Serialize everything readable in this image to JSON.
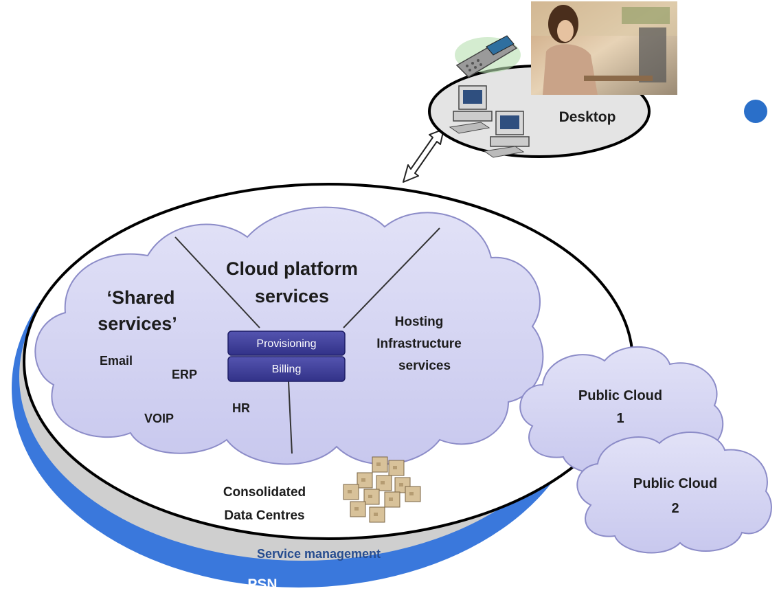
{
  "desktop": {
    "label": "Desktop"
  },
  "cloud_platform": {
    "title_line1": "Cloud platform",
    "title_line2": "services"
  },
  "shared_services": {
    "title_line1": "‘Shared",
    "title_line2": "services’",
    "items": [
      "Email",
      "ERP",
      "VOIP",
      "HR"
    ]
  },
  "hosting": {
    "line1": "Hosting",
    "line2": "Infrastructure",
    "line3": "services"
  },
  "center_boxes": {
    "provisioning": "Provisioning",
    "billing": "Billing"
  },
  "data_centres": {
    "line1": "Consolidated",
    "line2": "Data Centres"
  },
  "public_cloud_1": {
    "line1": "Public Cloud",
    "line2": "1"
  },
  "public_cloud_2": {
    "line1": "Public Cloud",
    "line2": "2"
  },
  "bands": {
    "service_management": "Service management",
    "psn": "PSN"
  },
  "colors": {
    "psn_blue": "#3a78dc",
    "service_mgmt_grey": "#cfcfcf",
    "cloud_fill": "#d3d3f2",
    "cloud_stroke": "#8c8cc8",
    "box_fill": "#3f3f9a",
    "bullet": "#2a6fc9",
    "label_blue": "#264c8f"
  },
  "icons": [
    "desktop-photo",
    "mobile-phone-icon",
    "computer-icon",
    "boxes-icon",
    "double-arrow-icon",
    "bullet-dot"
  ]
}
